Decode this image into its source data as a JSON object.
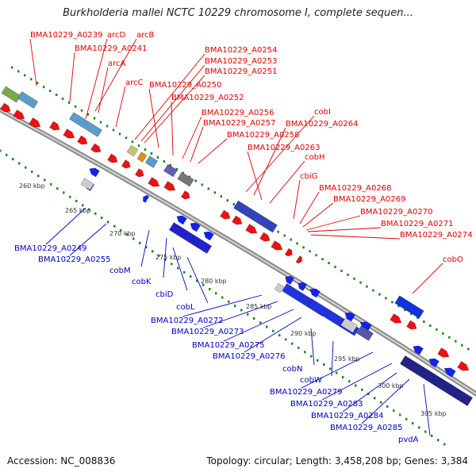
{
  "title": "Burkholderia mallei NCTC 10229 chromosome I, complete sequen...",
  "footer": {
    "accession": "Accession: NC_008836",
    "summary": "Topology: circular; Length: 3,458,208 bp; Genes: 3,384"
  },
  "colors": {
    "forward_gene": "#ee1111",
    "reverse_gene": "#1122ee",
    "forward_label": "#dd0000",
    "reverse_label": "#0000bb",
    "backbone": "#999999",
    "tick_dots": "#228822"
  },
  "ticks": [
    "260 kbp",
    "265 kbp",
    "270 kbp",
    "275 kbp",
    "280 kbp",
    "285 kbp",
    "290 kbp",
    "295 kbp",
    "300 kbp",
    "305 kbp"
  ],
  "forward_labels": [
    "BMA10229_A0239",
    "arcD",
    "arcB",
    "BMA10229_A0241",
    "arcA",
    "arcC",
    "BMA10229_A0254",
    "BMA10229_A0253",
    "BMA10229_A0251",
    "BMA10229_A0250",
    "BMA10229_A0252",
    "cobI",
    "BMA10229_A0256",
    "BMA10229_A0257",
    "BMA10229_A0264",
    "BMA10229_A0258",
    "BMA10229_A0263",
    "cobH",
    "cbiG",
    "BMA10229_A0268",
    "BMA10229_A0269",
    "BMA10229_A0270",
    "BMA10229_A0271",
    "BMA10229_A0274",
    "cobO"
  ],
  "reverse_labels": [
    "BMA10229_A0249",
    "BMA10229_A0255",
    "cobM",
    "cobK",
    "cbiD",
    "cobL",
    "BMA10229_A0272",
    "BMA10229_A0273",
    "BMA10229_A0275",
    "BMA10229_A0276",
    "cobN",
    "cobW",
    "BMA10229_A0279",
    "BMA10229_A0283",
    "BMA10229_A0284",
    "BMA10229_A0285",
    "pvdA"
  ]
}
